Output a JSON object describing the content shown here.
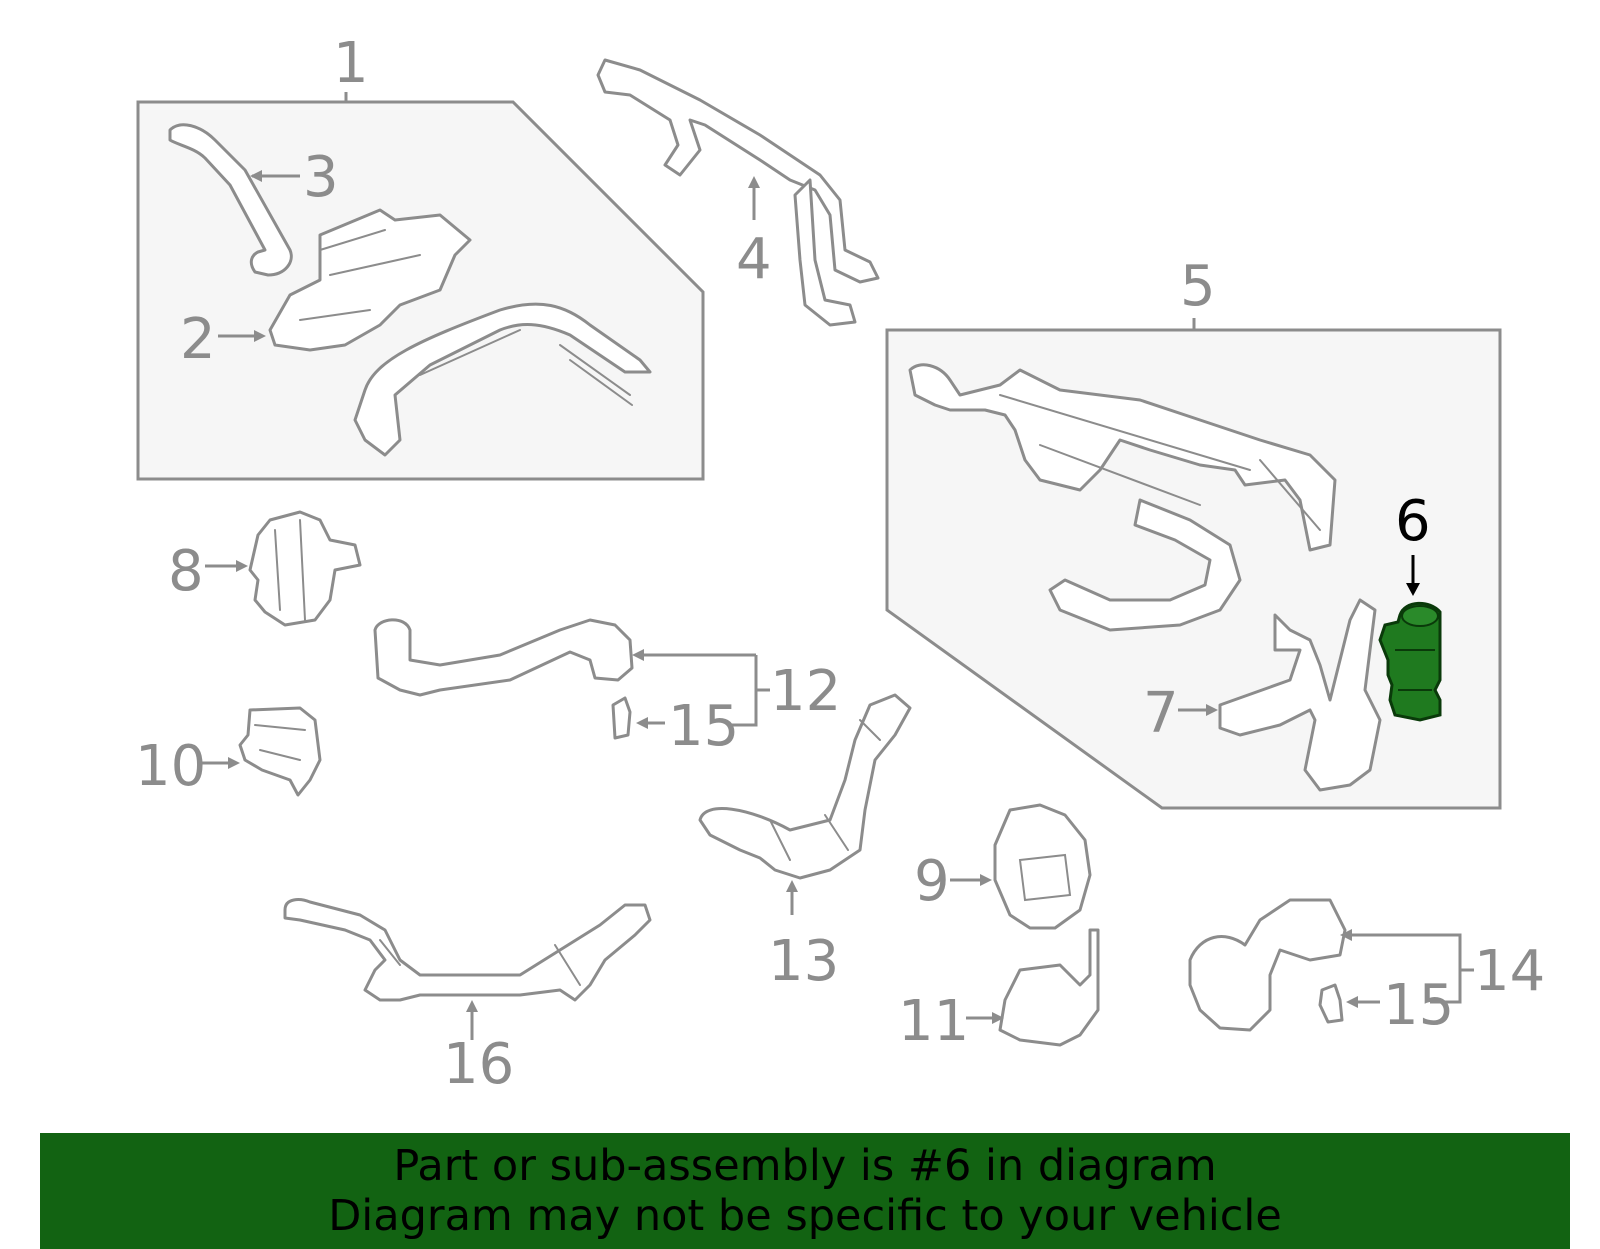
{
  "callouts": {
    "c1": "1",
    "c2": "2",
    "c3": "3",
    "c4": "4",
    "c5": "5",
    "c6": "6",
    "c7": "7",
    "c8": "8",
    "c9": "9",
    "c10": "10",
    "c11": "11",
    "c12": "12",
    "c13": "13",
    "c14": "14",
    "c15a": "15",
    "c15b": "15",
    "c16": "16"
  },
  "highlighted_part": "6",
  "banner": {
    "line1": "Part or sub-assembly is #6 in diagram",
    "line2": "Diagram may not be specific to your vehicle"
  },
  "colors": {
    "highlight": "#1f7a1f",
    "banner_bg": "#126312",
    "line_gray": "#8c8c8c"
  }
}
